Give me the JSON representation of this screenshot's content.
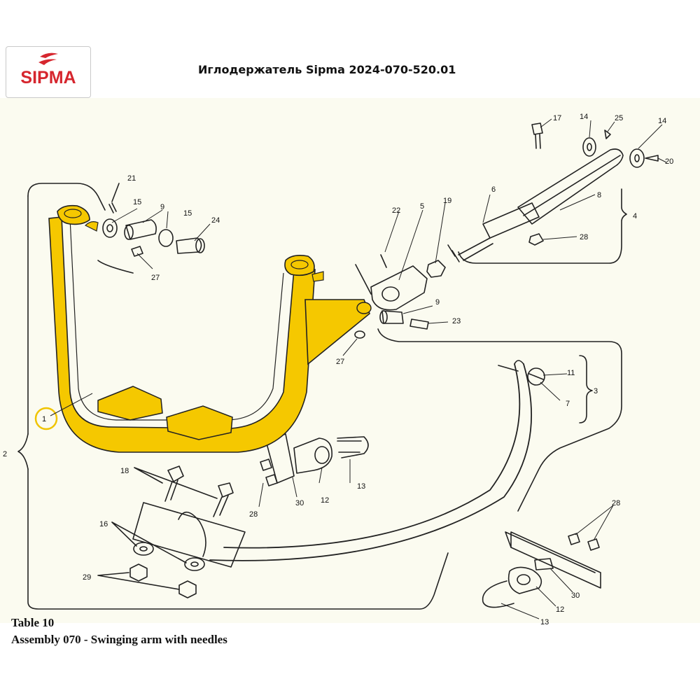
{
  "header": {
    "logo_text": "SIPMA",
    "title": "Иглодержатель Sipma 2024-070-520.01"
  },
  "colors": {
    "brand_red": "#d6262e",
    "highlight_yellow": "#f5c800",
    "highlight_ring": "#f0c400",
    "line": "#222222",
    "paper": "#fbfbf0"
  },
  "callouts": {
    "c1": "1",
    "c2": "2",
    "c3": "3",
    "c4": "4",
    "c5": "5",
    "c6": "6",
    "c7": "7",
    "c8": "8",
    "c9a": "9",
    "c9b": "9",
    "c11": "11",
    "c12a": "12",
    "c12b": "12",
    "c13a": "13",
    "c13b": "13",
    "c14a": "14",
    "c14b": "14",
    "c15a": "15",
    "c15b": "15",
    "c16": "16",
    "c17": "17",
    "c18": "18",
    "c19": "19",
    "c20": "20",
    "c21": "21",
    "c22": "22",
    "c23": "23",
    "c24": "24",
    "c25": "25",
    "c27a": "27",
    "c27b": "27",
    "c28a": "28",
    "c28b": "28",
    "c28c": "28",
    "c29": "29",
    "c30a": "30",
    "c30b": "30"
  },
  "caption": {
    "line1": "Table 10",
    "line2": "Assembly 070 - Swinging arm with needles"
  }
}
